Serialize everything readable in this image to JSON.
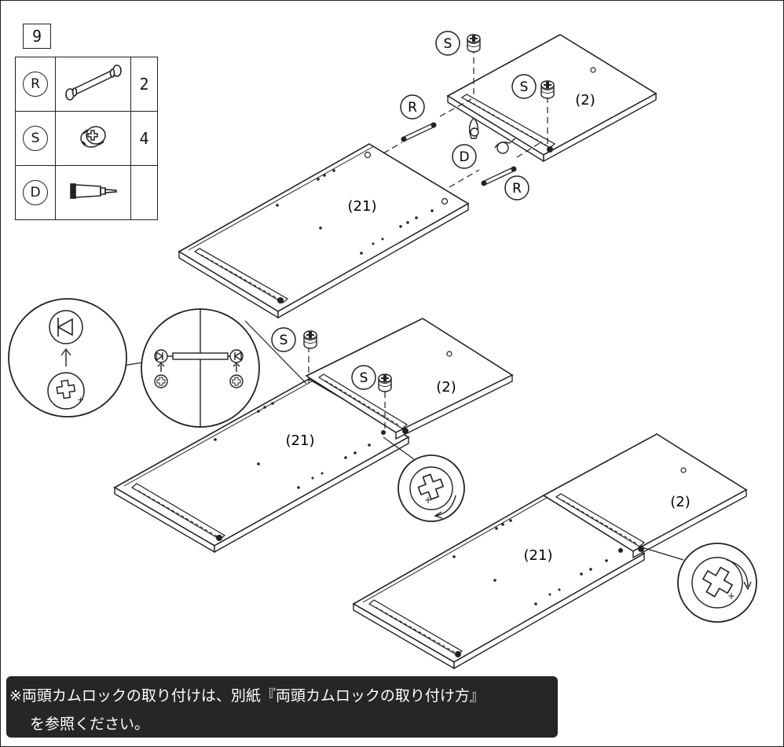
{
  "step_number": "9",
  "parts": [
    {
      "label": "R",
      "name": "cam-dowel",
      "qty": "2"
    },
    {
      "label": "S",
      "name": "cam-lock",
      "qty": "4"
    },
    {
      "label": "D",
      "name": "glue-tube",
      "qty": ""
    }
  ],
  "callouts": {
    "s": "S",
    "r": "R",
    "d": "D",
    "panel_2": "2",
    "panel_21": "21"
  },
  "note": {
    "line1": "※両頭カムロックの取り付けは、別紙『両頭カムロックの取り付け方』",
    "line2": "を参照ください。"
  }
}
